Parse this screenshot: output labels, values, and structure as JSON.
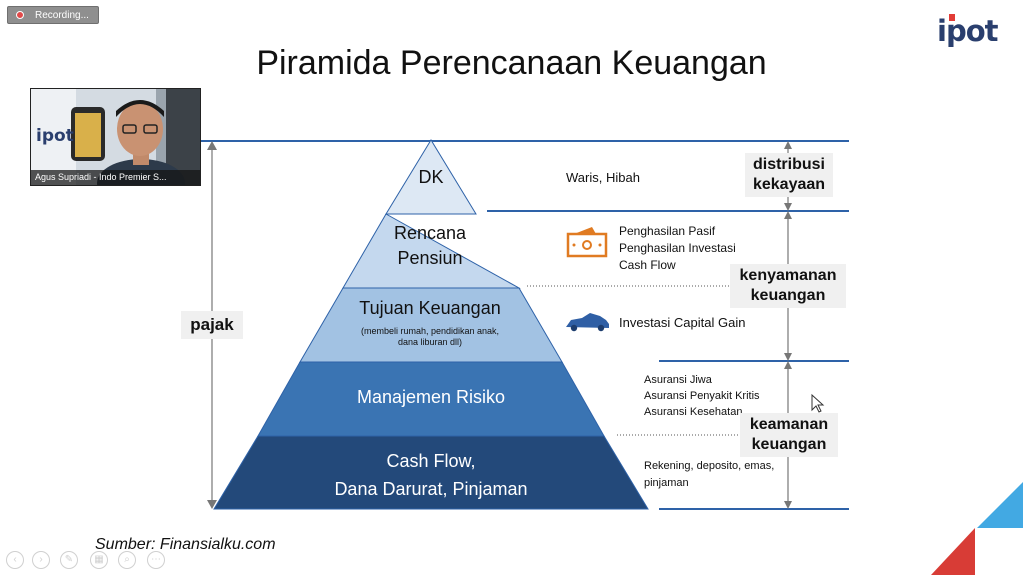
{
  "recording": {
    "label": "Recording..."
  },
  "brand": {
    "logo_text": "ipot",
    "accent": "#e23c36",
    "logo_color": "#2a3f6e"
  },
  "slide": {
    "title": "Piramida Perencanaan Keuangan",
    "source": "Sumber: Finansialku.com",
    "pyramid": {
      "level1": {
        "label": "DK"
      },
      "level2": {
        "line1": "Rencana",
        "line2": "Pensiun"
      },
      "level3": {
        "line1": "Tujuan Keuangan",
        "sub1": "(membeli rumah, pendidikan anak,",
        "sub2": "dana liburan dll)"
      },
      "level4": {
        "label": "Manajemen Risiko"
      },
      "level5": {
        "line1": "Cash Flow,",
        "line2": "Dana Darurat, Pinjaman"
      }
    },
    "side": {
      "waris": "Waris, Hibah",
      "pasif": "Penghasilan Pasif",
      "investasi": "Penghasilan Investasi",
      "cashflow": "Cash Flow",
      "capital_gain": "Investasi Capital Gain",
      "asuransi_jiwa": "Asuransi Jiwa",
      "asuransi_kritis": "Asuransi Penyakit Kritis",
      "asuransi_kesehatan": "Asuransi Kesehatan",
      "rekening1": "Rekening, deposito, emas,",
      "rekening2": "pinjaman"
    },
    "labels": {
      "pajak": "pajak",
      "distribusi1": "distribusi",
      "distribusi2": "kekayaan",
      "kenyamanan1": "kenyamanan",
      "kenyamanan2": "keuangan",
      "keamanan1": "keamanan",
      "keamanan2": "keuangan"
    },
    "colors": {
      "level1": "#dde8f4",
      "level2": "#c4d8ee",
      "level3": "#a2c2e3",
      "level4": "#3a74b3",
      "level5": "#23497a"
    }
  },
  "video": {
    "name_label": "Agus Supriadi - Indo Premier S..."
  }
}
